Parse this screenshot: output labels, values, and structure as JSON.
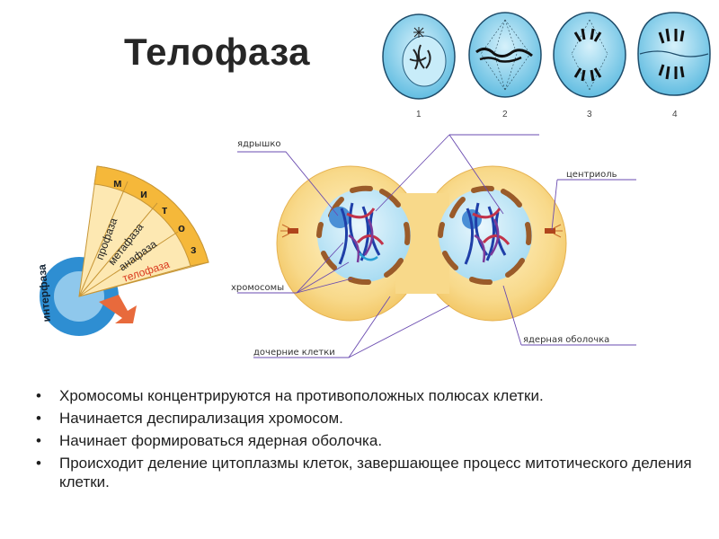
{
  "title": "Телофаза",
  "stage_numbers": [
    "1",
    "2",
    "3",
    "4"
  ],
  "mitosis_wheel": {
    "header_letters": [
      "м",
      "и",
      "т",
      "о",
      "з"
    ],
    "phases": [
      "профаза",
      "метафаза",
      "анафаза",
      "телофаза"
    ],
    "interphase": "интерфаза",
    "colors": {
      "band": "#f5b83a",
      "sector": "#fde8b2",
      "active": "#d9381e",
      "interphase": "#2e8ed2"
    }
  },
  "labels": {
    "nucleolus": "ядрышко",
    "centriole": "центриоль",
    "chromosomes": "хромосомы",
    "daughter_cells": "дочерние клетки",
    "nuclear_envelope": "ядерная оболочка"
  },
  "bullets": [
    "Хромосомы концентрируются на противоположных полюсах клетки.",
    "Начинается деспирализация хромосом.",
    "Начинает формироваться ядерная оболочка.",
    "Происходит деление цитоплазмы клеток, завершающее процесс митотического деления клетки."
  ]
}
